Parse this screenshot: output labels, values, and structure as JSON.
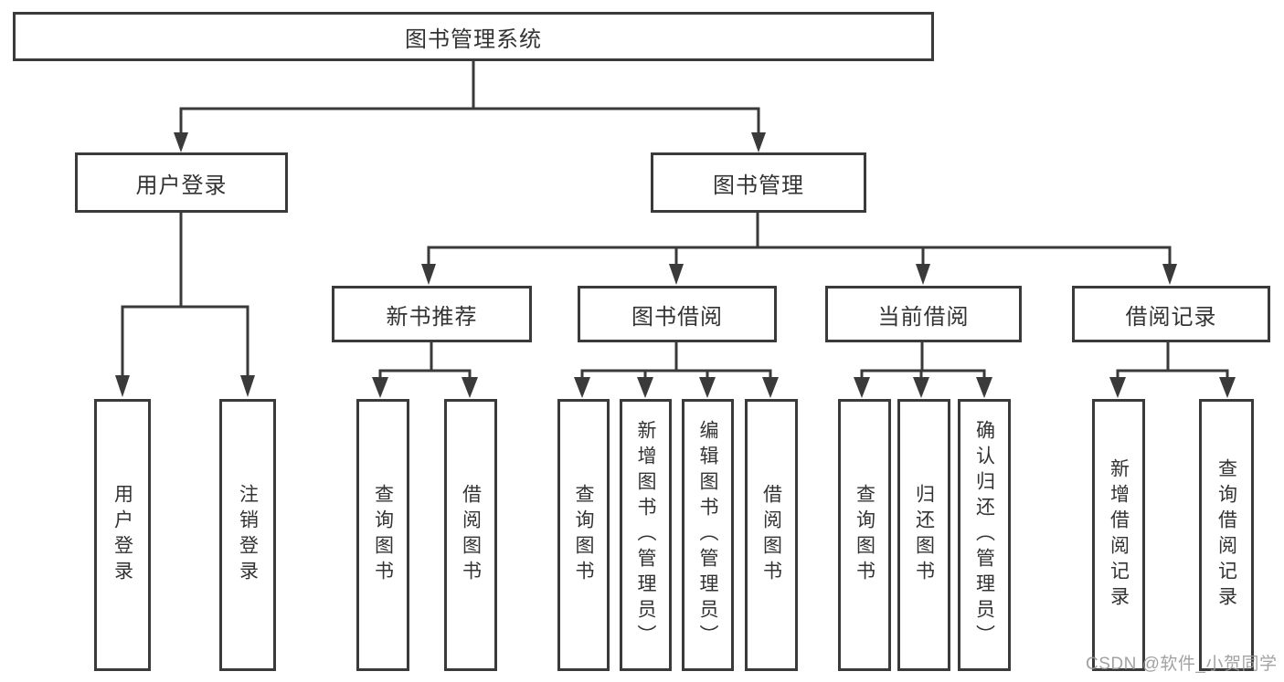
{
  "page": {
    "background_color": "#ffffff"
  },
  "diagram": {
    "line_color": "#3a3a3a",
    "text_color": "#333333",
    "root": {
      "label": "图书管理系统"
    },
    "branches": {
      "user_login": {
        "label": "用户登录",
        "children": [
          {
            "label": "用户登录"
          },
          {
            "label": "注销登录"
          }
        ]
      },
      "book_mgmt": {
        "label": "图书管理",
        "modules": [
          {
            "label": "新书推荐",
            "children": [
              {
                "label": "查询图书"
              },
              {
                "label": "借阅图书"
              }
            ]
          },
          {
            "label": "图书借阅",
            "children": [
              {
                "label": "查询图书"
              },
              {
                "label": "新增图书（管理员）"
              },
              {
                "label": "编辑图书（管理员）"
              },
              {
                "label": "借阅图书"
              }
            ]
          },
          {
            "label": "当前借阅",
            "children": [
              {
                "label": "查询图书"
              },
              {
                "label": "归还图书"
              },
              {
                "label": "确认归还（管理员）"
              }
            ]
          },
          {
            "label": "借阅记录",
            "children": [
              {
                "label": "新增借阅记录"
              },
              {
                "label": "查询借阅记录"
              }
            ]
          }
        ]
      }
    }
  },
  "watermark": {
    "text": "CSDN @软件_小贺同学",
    "color": "#989898"
  }
}
